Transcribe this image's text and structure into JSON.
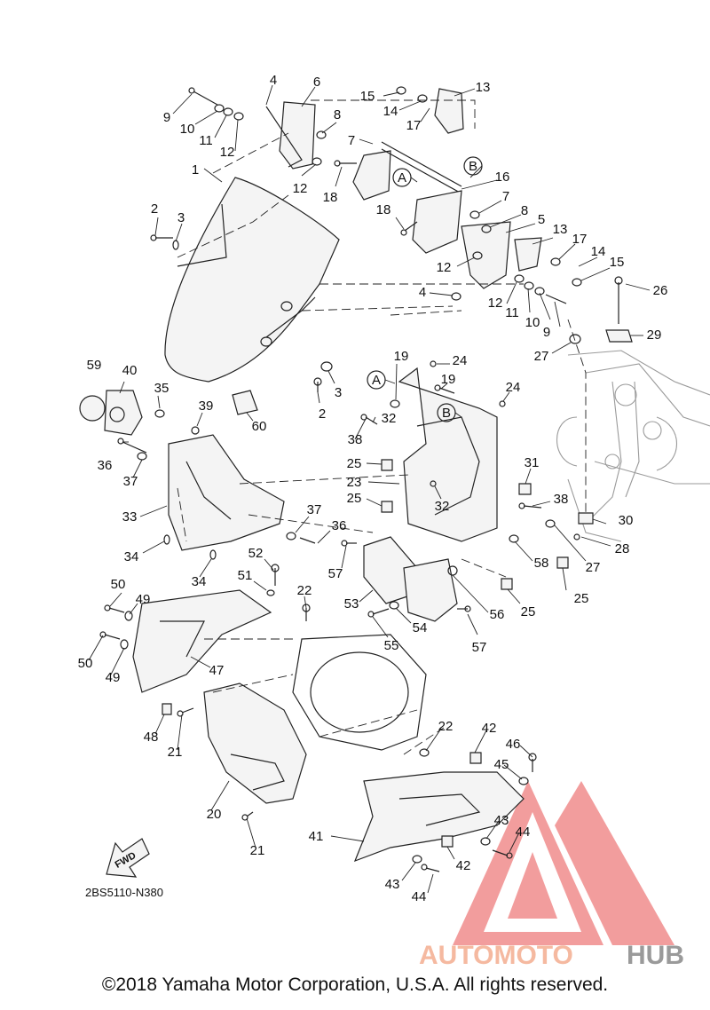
{
  "diagram": {
    "reference_code": "2BS5110-N380",
    "fwd_label": "FWD",
    "copyright": "©2018 Yamaha Motor Corporation, U.S.A. All rights reserved.",
    "watermark": {
      "text_a": "AUTOMOTO",
      "text_b": "HUB",
      "color_a": "#f5b9a0",
      "color_b": "#9a9a9a",
      "triangle_color": "#f08c8c"
    },
    "circled_refs": [
      "A",
      "B",
      "A",
      "B"
    ],
    "callouts": [
      {
        "label": "4"
      },
      {
        "label": "6"
      },
      {
        "label": "13"
      },
      {
        "label": "15"
      },
      {
        "label": "14"
      },
      {
        "label": "17"
      },
      {
        "label": "9"
      },
      {
        "label": "10"
      },
      {
        "label": "11"
      },
      {
        "label": "12"
      },
      {
        "label": "8"
      },
      {
        "label": "7"
      },
      {
        "label": "1"
      },
      {
        "label": "12"
      },
      {
        "label": "18"
      },
      {
        "label": "16"
      },
      {
        "label": "7"
      },
      {
        "label": "8"
      },
      {
        "label": "5"
      },
      {
        "label": "13"
      },
      {
        "label": "17"
      },
      {
        "label": "14"
      },
      {
        "label": "15"
      },
      {
        "label": "18"
      },
      {
        "label": "12"
      },
      {
        "label": "2"
      },
      {
        "label": "3"
      },
      {
        "label": "4"
      },
      {
        "label": "12"
      },
      {
        "label": "11"
      },
      {
        "label": "10"
      },
      {
        "label": "9"
      },
      {
        "label": "26"
      },
      {
        "label": "29"
      },
      {
        "label": "27"
      },
      {
        "label": "3"
      },
      {
        "label": "2"
      },
      {
        "label": "60"
      },
      {
        "label": "59"
      },
      {
        "label": "40"
      },
      {
        "label": "35"
      },
      {
        "label": "39"
      },
      {
        "label": "19"
      },
      {
        "label": "24"
      },
      {
        "label": "19"
      },
      {
        "label": "24"
      },
      {
        "label": "32"
      },
      {
        "label": "38"
      },
      {
        "label": "25"
      },
      {
        "label": "23"
      },
      {
        "label": "25"
      },
      {
        "label": "32"
      },
      {
        "label": "31"
      },
      {
        "label": "38"
      },
      {
        "label": "30"
      },
      {
        "label": "28"
      },
      {
        "label": "27"
      },
      {
        "label": "36"
      },
      {
        "label": "37"
      },
      {
        "label": "33"
      },
      {
        "label": "37"
      },
      {
        "label": "36"
      },
      {
        "label": "34"
      },
      {
        "label": "34"
      },
      {
        "label": "57"
      },
      {
        "label": "58"
      },
      {
        "label": "25"
      },
      {
        "label": "25"
      },
      {
        "label": "52"
      },
      {
        "label": "51"
      },
      {
        "label": "50"
      },
      {
        "label": "49"
      },
      {
        "label": "22"
      },
      {
        "label": "53"
      },
      {
        "label": "56"
      },
      {
        "label": "55"
      },
      {
        "label": "54"
      },
      {
        "label": "57"
      },
      {
        "label": "50"
      },
      {
        "label": "49"
      },
      {
        "label": "47"
      },
      {
        "label": "48"
      },
      {
        "label": "21"
      },
      {
        "label": "22"
      },
      {
        "label": "42"
      },
      {
        "label": "46"
      },
      {
        "label": "45"
      },
      {
        "label": "20"
      },
      {
        "label": "43"
      },
      {
        "label": "44"
      },
      {
        "label": "41"
      },
      {
        "label": "42"
      },
      {
        "label": "21"
      },
      {
        "label": "43"
      },
      {
        "label": "44"
      }
    ]
  }
}
